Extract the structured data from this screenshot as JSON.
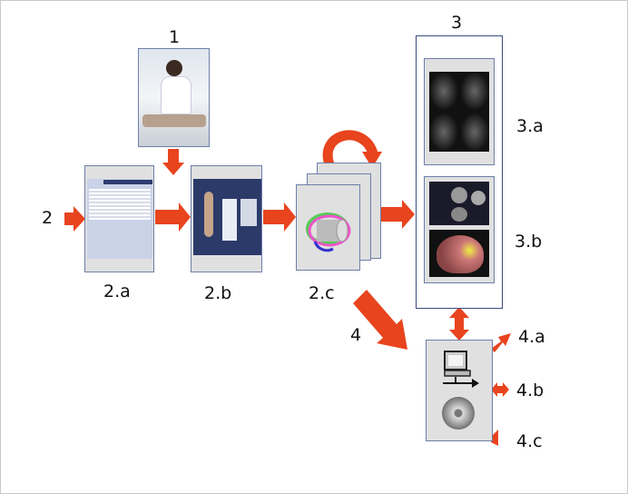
{
  "labels": {
    "step1": "1",
    "step2": "2",
    "step2a": "2.a",
    "step2b": "2.b",
    "step2c": "2.c",
    "step3": "3",
    "step3a": "3.a",
    "step3b": "3.b",
    "step4": "4",
    "step4a": "4.a",
    "step4b": "4.b",
    "step4c": "4.c"
  },
  "colors": {
    "arrow": "#e8441e",
    "box_border": "#6d7fa8",
    "box_fill": "#e0e0e0"
  },
  "icons": [
    "doctor-patient-photo",
    "worklist-screen",
    "body-selection-screen",
    "rotation-reconstruction-icon",
    "mri-slices-image",
    "brain-3d-image",
    "network-computer-icon",
    "cd-disc-icon"
  ]
}
